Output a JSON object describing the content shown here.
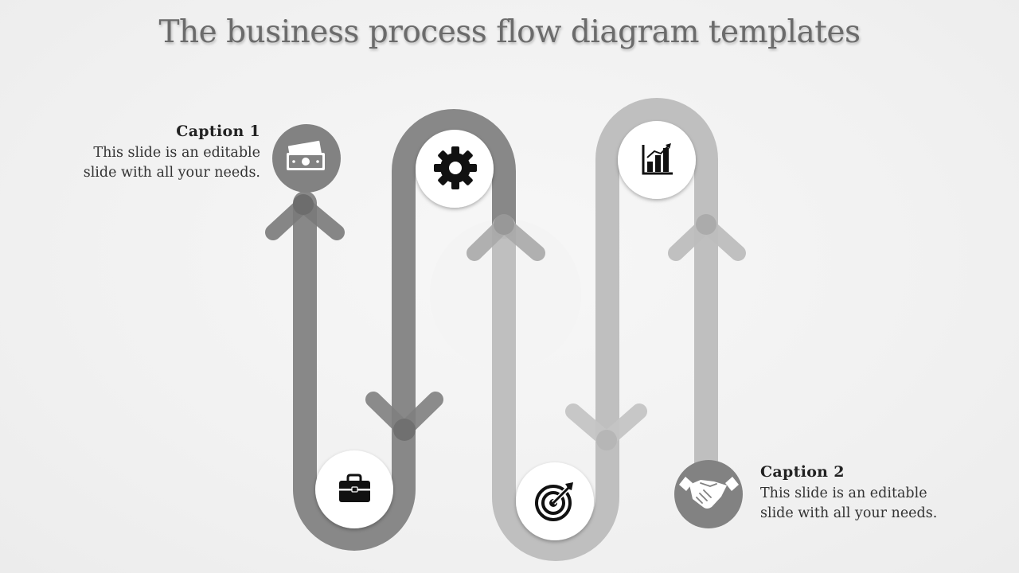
{
  "title": "The business process flow diagram templates",
  "captions": [
    {
      "heading": "Caption 1",
      "text_line1": "This slide is an editable",
      "text_line2": "slide with all your needs."
    },
    {
      "heading": "Caption 2",
      "text_line1": "This slide is an editable",
      "text_line2": "slide with all your needs."
    }
  ],
  "steps": [
    {
      "icon": "money-icon"
    },
    {
      "icon": "briefcase-icon"
    },
    {
      "icon": "gear-icon"
    },
    {
      "icon": "target-icon"
    },
    {
      "icon": "bar-chart-icon"
    },
    {
      "icon": "handshake-icon"
    }
  ],
  "colors": {
    "background": "#f1f1f1",
    "track_dark": "#828282",
    "track_light": "#bababa",
    "icon": "#111111",
    "circle_fill": "#ffffff",
    "title": "#6b6b6b"
  }
}
